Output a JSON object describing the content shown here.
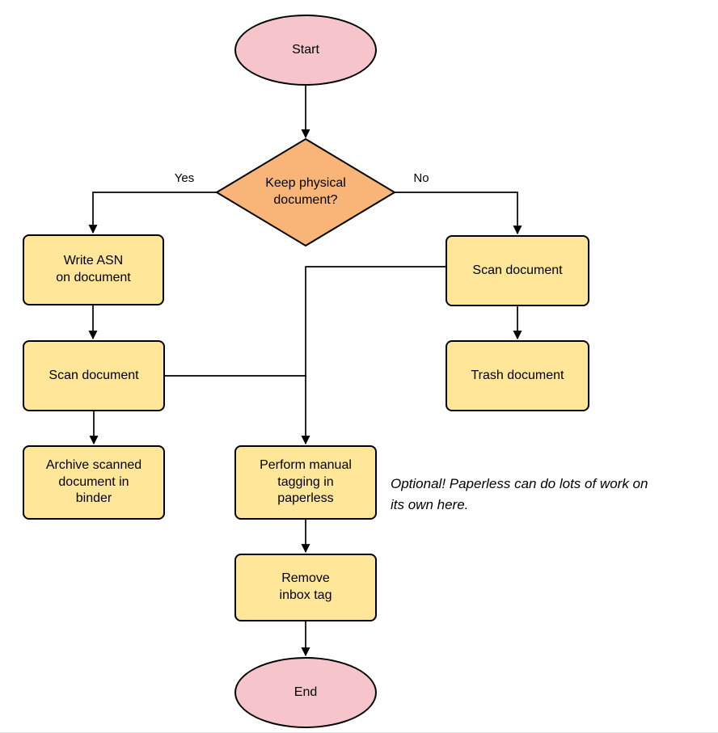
{
  "diagram": {
    "nodes": {
      "start": {
        "label": "Start",
        "type": "terminal"
      },
      "decision": {
        "label": "Keep physical\ndocument?",
        "type": "decision"
      },
      "write_asn": {
        "label": "Write ASN\non document",
        "type": "process"
      },
      "scan_left": {
        "label": "Scan document",
        "type": "process"
      },
      "archive": {
        "label": "Archive scanned\ndocument in\nbinder",
        "type": "process"
      },
      "scan_right": {
        "label": "Scan document",
        "type": "process"
      },
      "trash": {
        "label": "Trash document",
        "type": "process"
      },
      "tagging": {
        "label": "Perform manual\ntagging in\npaperless",
        "type": "process"
      },
      "remove_inbox": {
        "label": "Remove\ninbox tag",
        "type": "process"
      },
      "end": {
        "label": "End",
        "type": "terminal"
      }
    },
    "edges": {
      "yes_label": "Yes",
      "no_label": "No"
    },
    "annotation": "Optional! Paperless can do lots of work on\nits own here.",
    "colors": {
      "terminal_fill": "#F6C5CB",
      "decision_fill": "#F8B577",
      "process_fill": "#FFE699",
      "stroke": "#000000"
    }
  }
}
